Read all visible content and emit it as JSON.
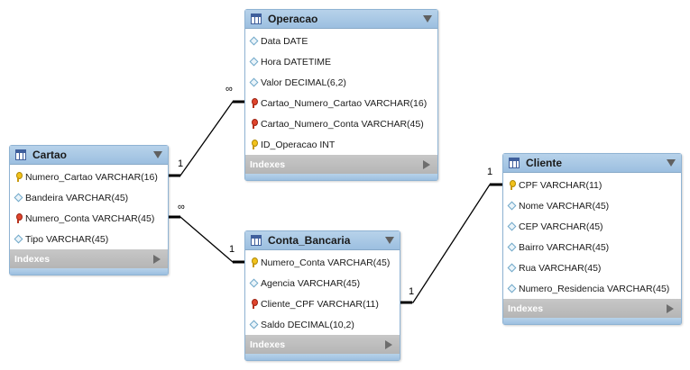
{
  "indexes_label": "Indexes",
  "tables": {
    "operacao": {
      "name": "Operacao",
      "columns": [
        {
          "label": "Data DATE",
          "icon": "attribute-icon"
        },
        {
          "label": "Hora DATETIME",
          "icon": "attribute-icon"
        },
        {
          "label": "Valor DECIMAL(6,2)",
          "icon": "attribute-icon"
        },
        {
          "label": "Cartao_Numero_Cartao VARCHAR(16)",
          "icon": "foreign-key-icon"
        },
        {
          "label": "Cartao_Numero_Conta VARCHAR(45)",
          "icon": "foreign-key-icon"
        },
        {
          "label": "ID_Operacao INT",
          "icon": "primary-key-icon"
        }
      ]
    },
    "cartao": {
      "name": "Cartao",
      "columns": [
        {
          "label": "Numero_Cartao VARCHAR(16)",
          "icon": "primary-key-icon"
        },
        {
          "label": "Bandeira VARCHAR(45)",
          "icon": "attribute-icon"
        },
        {
          "label": "Numero_Conta VARCHAR(45)",
          "icon": "foreign-key-icon"
        },
        {
          "label": "Tipo VARCHAR(45)",
          "icon": "attribute-icon"
        }
      ]
    },
    "conta_bancaria": {
      "name": "Conta_Bancaria",
      "columns": [
        {
          "label": "Numero_Conta VARCHAR(45)",
          "icon": "primary-key-icon"
        },
        {
          "label": "Agencia VARCHAR(45)",
          "icon": "attribute-icon"
        },
        {
          "label": "Cliente_CPF VARCHAR(11)",
          "icon": "foreign-key-icon"
        },
        {
          "label": "Saldo DECIMAL(10,2)",
          "icon": "attribute-icon"
        }
      ]
    },
    "cliente": {
      "name": "Cliente",
      "columns": [
        {
          "label": "CPF VARCHAR(11)",
          "icon": "primary-key-icon"
        },
        {
          "label": "Nome VARCHAR(45)",
          "icon": "attribute-icon"
        },
        {
          "label": "CEP VARCHAR(45)",
          "icon": "attribute-icon"
        },
        {
          "label": "Bairro VARCHAR(45)",
          "icon": "attribute-icon"
        },
        {
          "label": "Rua VARCHAR(45)",
          "icon": "attribute-icon"
        },
        {
          "label": "Numero_Residencia VARCHAR(45)",
          "icon": "attribute-icon"
        }
      ]
    }
  },
  "relationships": {
    "cartao_operacao": {
      "one": "1",
      "many": "∞"
    },
    "conta_cartao": {
      "one": "1",
      "many": "∞"
    },
    "cliente_conta": {
      "one": "1",
      "many": "1"
    }
  },
  "colors": {
    "header": "#9cbfe0",
    "indexes_bar": "#bdbdbd",
    "primary_key": "#f2c21b",
    "foreign_key": "#e0442c"
  }
}
